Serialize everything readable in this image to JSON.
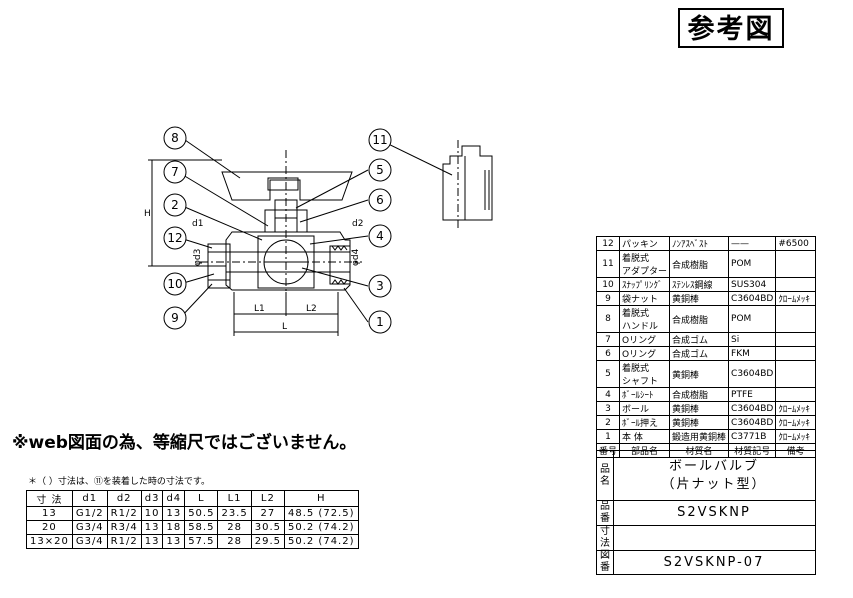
{
  "stamp": "参考図",
  "balloons": [
    "8",
    "7",
    "2",
    "12",
    "10",
    "9",
    "11",
    "5",
    "6",
    "4",
    "3",
    "1"
  ],
  "dim_labels": {
    "h": "H",
    "d1": "d1",
    "d2": "d2",
    "d3": "φd3",
    "d4": "φd4",
    "l1": "L1",
    "l2": "L2",
    "l": "L"
  },
  "notice": "※web図面の為、等縮尺ではございません。",
  "dim_note": "＊（ ）寸法は、⑪を装着した時の寸法です。",
  "dim_table": {
    "headers": [
      "寸 法",
      "d1",
      "d2",
      "d3",
      "d4",
      "L",
      "L1",
      "L2",
      "H"
    ],
    "rows": [
      [
        "13",
        "G1/2",
        "R1/2",
        "10",
        "13",
        "50.5",
        "23.5",
        "27",
        "48.5 (72.5)"
      ],
      [
        "20",
        "G3/4",
        "R3/4",
        "13",
        "18",
        "58.5",
        "28",
        "30.5",
        "50.2 (74.2)"
      ],
      [
        "13×20",
        "G3/4",
        "R1/2",
        "13",
        "13",
        "57.5",
        "28",
        "29.5",
        "50.2 (74.2)"
      ]
    ]
  },
  "parts": {
    "headers": [
      "番号",
      "部品名",
      "材質名",
      "材質記号",
      "備考"
    ],
    "rows": [
      [
        "12",
        "パッキン",
        "ﾉﾝｱｽﾍﾞｽﾄ",
        "——",
        "#6500"
      ],
      [
        "11",
        "着脱式\nアダプター",
        "合成樹脂",
        "POM",
        ""
      ],
      [
        "10",
        "ｽﾅｯﾌﾟﾘﾝｸﾞ",
        "ｽﾃﾝﾚｽ鋼線",
        "SUS304",
        ""
      ],
      [
        "9",
        "袋ナット",
        "黄銅棒",
        "C3604BD",
        "ｸﾛｰﾑﾒｯｷ"
      ],
      [
        "8",
        "着脱式\nハンドル",
        "合成樹脂",
        "POM",
        ""
      ],
      [
        "7",
        "Oリング",
        "合成ゴム",
        "Si",
        ""
      ],
      [
        "6",
        "Oリング",
        "合成ゴム",
        "FKM",
        ""
      ],
      [
        "5",
        "着脱式\nシャフト",
        "黄銅棒",
        "C3604BD",
        ""
      ],
      [
        "4",
        "ﾎﾞｰﾙｼｰﾄ",
        "合成樹脂",
        "PTFE",
        ""
      ],
      [
        "3",
        "ボール",
        "黄銅棒",
        "C3604BD",
        "ｸﾛｰﾑﾒｯｷ"
      ],
      [
        "2",
        "ﾎﾞｰﾙ押え",
        "黄銅棒",
        "C3604BD",
        "ｸﾛｰﾑﾒｯｷ"
      ],
      [
        "1",
        "本 体",
        "鍛造用黄銅棒",
        "C3771B",
        "ｸﾛｰﾑﾒｯｷ"
      ]
    ]
  },
  "title_block": {
    "name_label": "品\n名",
    "name_lines": [
      "ボールバルブ",
      "（片ナット型）"
    ],
    "code_label": "品\n番",
    "code": "S2VSKNP",
    "size_label": "寸\n法",
    "size": "",
    "drawing_label": "図\n番",
    "drawing_no": "S2VSKNP-07"
  }
}
